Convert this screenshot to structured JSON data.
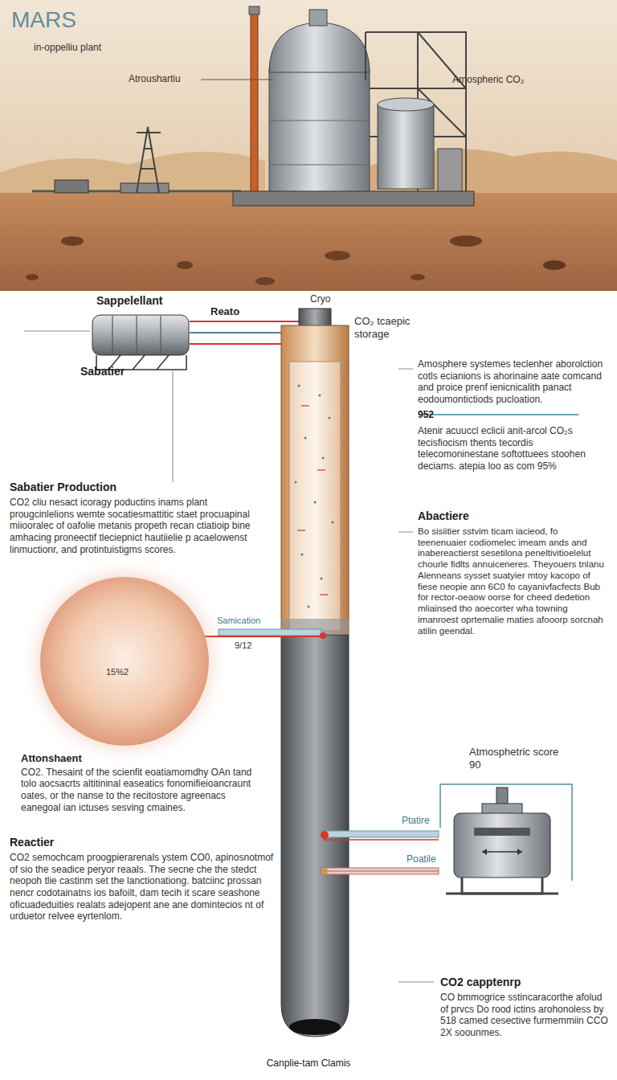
{
  "diagram": {
    "title": "MARS",
    "caption": "Canplie-tam Clamis",
    "nodes": [
      {
        "text": [
          "15%2"
        ]
      }
    ],
    "labels": [
      "in-oppelliu plant",
      "Atroushartiu",
      "Amospheric CO₂",
      "Sappelellant",
      "Reato",
      "Cryo",
      "CO₂ tcaepic storage",
      "Sabatier",
      "Amosphere systemes teclenher aborolction cotls ecianions is ahorinaine aate comcand and proice prenf ienicnicalith panact eodoumontictiods pucloation.",
      "952",
      "Atenir acuuccl eclicii anit-arcol CO₂s tecisfiocism thents tecordis telecomoninestane softottuees stoohen deciams. atepia loo as com 95%",
      "Abactiere",
      "Bo sisiitier sstvim ticam iacieod, fo teenenuaier codiomelec imeam ands and inabereactierst sesetilona peneltivitioelelut chourle fidlts annuiceneres. Theyouers tnlanu Alenneans sysset suatyier mtoy kacopo of fiese neopie ann 6C0 fo cayanivfacfects Bub for rector-oeaow oorse for cheed dedetion mliainsed tho aoecorter wha towning imanroest oprtemalie maties afooorp sorcnah atilin geendal.",
      "Sabatier Production",
      "CO2 cliu nesact icoragy poductins inams plant prougcinlelions wemte socatiesmattitic staet procuapinal miiooralec of oafolie metanis propeth recan ctiatioip bine amhacing proneectif tleciepnict hautiielie p acaelowenst linmuctionr, and protintuistigms scores.",
      "Samication",
      "9/12",
      "Attonshaent",
      "CO2. Thesaint of the scienfit eoatiamomdhy OAn tand tolo aocsacrts altitininal easeatics fonomifieioancraunt oates, or the nanse to the recitostore agreenacs eanegoal ian ictuses sesving cmaines.",
      "Reactier",
      "CO2 semochcam proogpierarenals ystem CO0, apinosnotmof of sio the seadice peryor reaals. The secne che the stedct neopoh tlie castinm set the lanctionationg. batciinc prossan nencr codotainatns ios bafoilt, dam tecih it scare seashone oficuadeduities realats adejopent ane ane domintecios nt of urduetor relvee eyrtenlom.",
      "Atmosphetric score 90",
      "Ptatire",
      "Poatile",
      "CO2 capptenrp",
      "CO bmmogrice sstincaracorthe afolud of prvcs Do rood ictins arohonoless by 518 camed cesective furmemmiin CCO 2X soounmes."
    ]
  }
}
